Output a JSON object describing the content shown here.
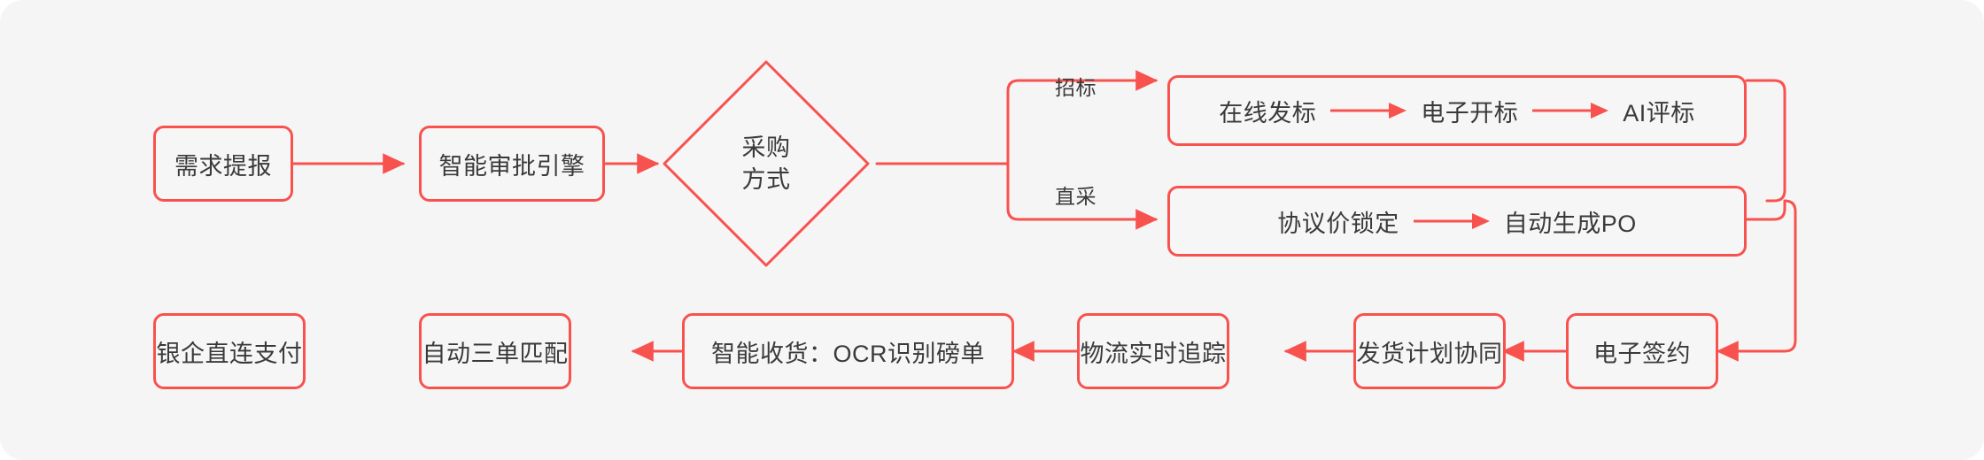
{
  "theme": {
    "canvas_background": "#f5f5f5",
    "page_background": "#ffffff",
    "stroke": "#f8524f",
    "node_fill": "#f7f6f6",
    "text": "#3a3a3a"
  },
  "diagram": {
    "type": "flowchart",
    "orientation": "left-to-right with serpentine return row",
    "nodes": {
      "request": {
        "label": "需求提报"
      },
      "approval": {
        "label": "智能审批引擎"
      },
      "decision": {
        "label_line1": "采购",
        "label_line2": "方式"
      },
      "bid_group": {
        "steps": [
          "在线发标",
          "电子开标",
          "AI评标"
        ]
      },
      "direct_group": {
        "steps": [
          "协议价锁定",
          "自动生成PO"
        ]
      },
      "esign": {
        "label": "电子签约"
      },
      "ship_plan": {
        "label": "发货计划协同"
      },
      "logistics": {
        "label": "物流实时追踪"
      },
      "receiving": {
        "label": "智能收货：OCR识别磅单"
      },
      "three_way_match": {
        "label": "自动三单匹配"
      },
      "payment": {
        "label": "银企直连支付"
      }
    },
    "edge_labels": {
      "branch_bidding": "招标",
      "branch_direct": "直采"
    }
  }
}
